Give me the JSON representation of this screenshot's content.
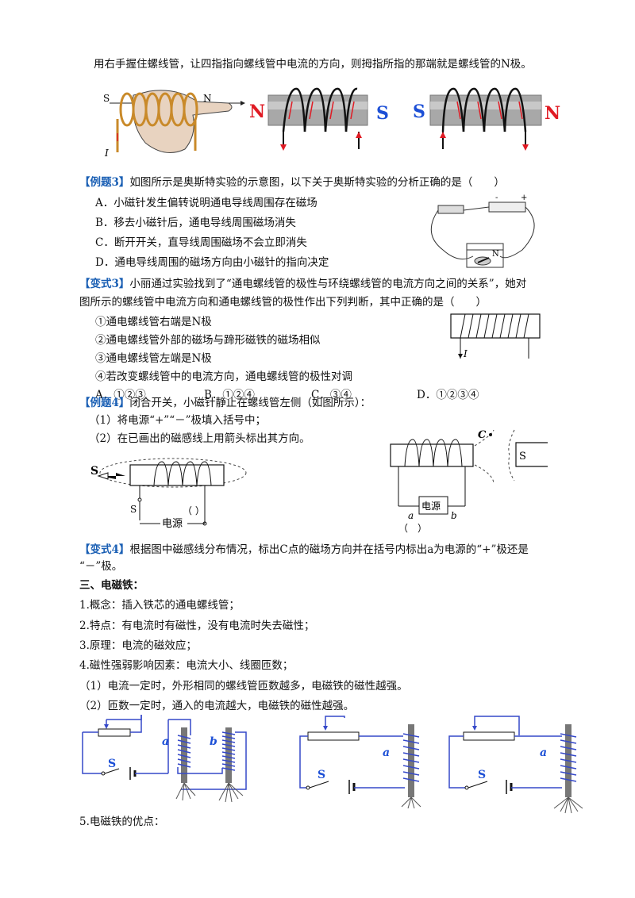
{
  "rule_text": "用右手握住螺线管，让四指指向螺线管中电流的方向，则拇指所指的那端就是螺线管的N极。",
  "hand_figure": {
    "s_label": "S",
    "n_label": "N",
    "i_label": "I"
  },
  "solenoid1": {
    "left_label": "N",
    "right_label": "S"
  },
  "solenoid2": {
    "left_label": "S",
    "right_label": "N"
  },
  "example3": {
    "tag": "【例题3】",
    "question": "如图所示是奥斯特实验的示意图，以下关于奥斯特实验的分析正确的是（　　）",
    "options": [
      "A．小磁针发生偏转说明通电导线周围存在磁场",
      "B．移去小磁针后，通电导线周围磁场消失",
      "C．断开开关，直导线周围磁场不会立即消失",
      "D．通电导线周围的磁场方向由小磁针的指向决定"
    ],
    "figure": {
      "minus": "-",
      "plus": "+",
      "needle_label": "N"
    }
  },
  "variant3": {
    "tag": "【变式3】",
    "question_line1": "小丽通过实验找到了“通电螺线管的极性与环绕螺线管的电流方向之间的关系”，她对",
    "question_line2": "图所示的螺线管中电流方向和通电螺线管的极性作出下列判断，其中正确的是（　　）",
    "statements": [
      "①通电螺线管右端是N极",
      "②通电螺线管外部的磁场与蹄形磁铁的磁场相似",
      "③通电螺线管左端是N极",
      "④若改变螺线管中的电流方向，通电螺线管的极性对调"
    ],
    "choices": [
      "A．①②③",
      "B．①②④",
      "C．③④",
      "D．①②③④"
    ],
    "figure_label": "I"
  },
  "example4": {
    "tag": "【例题4】",
    "question": "闭合开关，小磁针静止在螺线管左侧（如图所示）：",
    "items": [
      "（1）将电源“+”“－”极填入括号中；",
      "（2）在已画出的磁感线上用箭头标出其方向。"
    ],
    "figure": {
      "s_label": "S",
      "switch_label": "S",
      "power_label": "电源",
      "bracket": "（ ）"
    }
  },
  "variant4_figure": {
    "c_label": "C",
    "s_label": "S",
    "power_label": "电源",
    "a_label": "a",
    "b_label": "b",
    "bracket": "（　）"
  },
  "variant4": {
    "tag": "【变式4】",
    "line1": "根据图中磁感线分布情况，标出C点的磁场方向并在括号内标出a为电源的“+”极还是",
    "line2": "“－”极。"
  },
  "section3": {
    "heading": "三、电磁铁：",
    "lines": [
      "1.概念：插入铁芯的通电螺线管；",
      "2.特点：有电流时有磁性，没有电流时失去磁性；",
      "3.原理：电流的磁效应；",
      "4.磁性强弱影响因素：电流大小、线圈匝数；",
      "（1）电流一定时，外形相同的螺线管匝数越多，电磁铁的磁性越强。",
      "（2）匝数一定时，通入的电流越大，电磁铁的磁性越强。"
    ],
    "last_line": "5.电磁铁的优点："
  },
  "em_figures": {
    "s_label": "S",
    "a_label": "a",
    "b_label": "b"
  },
  "colors": {
    "tag_blue": "#1a5fb4",
    "pole_red": "#e01b24",
    "pole_blue": "#1c4fd6",
    "coil": "#111111",
    "arrow_red": "#e01b24"
  }
}
